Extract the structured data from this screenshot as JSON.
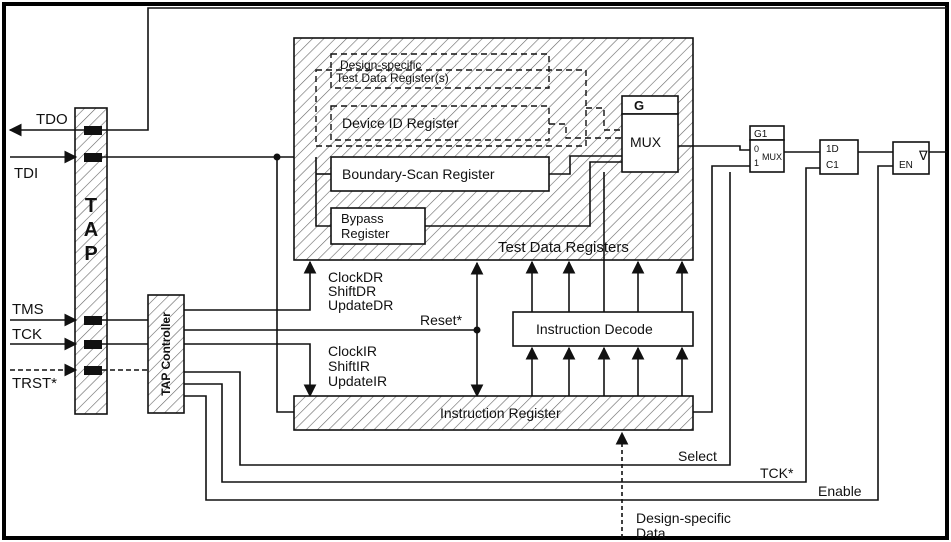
{
  "diagram": {
    "tap_letters": [
      "T",
      "A",
      "P"
    ],
    "tap_controller_label": "TAP Controller",
    "pins": {
      "tdo": "TDO",
      "tdi": "TDI",
      "tms": "TMS",
      "tck": "TCK",
      "trst": "TRST*"
    },
    "test_data_registers": {
      "title": "Test Data Registers",
      "design_specific_line1": "Design-specific",
      "design_specific_line2": "Test Data Register(s)",
      "device_id": "Device ID Register",
      "boundary_scan": "Boundary-Scan Register",
      "bypass_line1": "Bypass",
      "bypass_line2": "Register"
    },
    "mux_g": "G",
    "mux": "MUX",
    "out_mux": {
      "g1": "G1",
      "zero": "0",
      "one": "1",
      "label": "MUX"
    },
    "flipflop": {
      "d": "1D",
      "c": "C1"
    },
    "enable_buffer": {
      "en": "EN",
      "symbol": "∇"
    },
    "dr_signals": [
      "ClockDR",
      "ShiftDR",
      "UpdateDR"
    ],
    "ir_signals": [
      "ClockIR",
      "ShiftIR",
      "UpdateIR"
    ],
    "reset": "Reset*",
    "instruction_decode": "Instruction Decode",
    "instruction_register": "Instruction Register",
    "select": "Select",
    "tck_star": "TCK*",
    "enable": "Enable",
    "design_specific_data_line1": "Design-specific",
    "design_specific_data_line2": "Data"
  }
}
